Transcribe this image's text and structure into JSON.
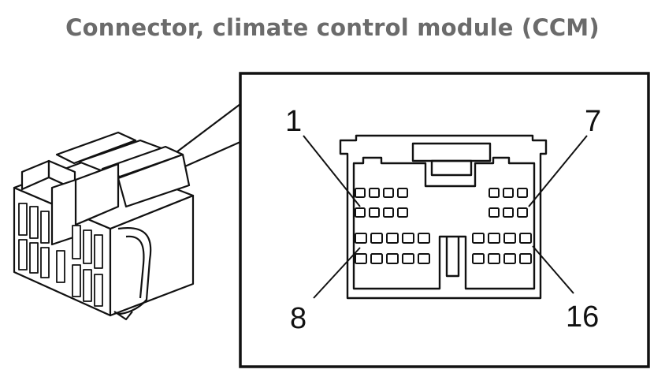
{
  "title": "Connector, climate control module (CCM)",
  "pin_labels": {
    "top_left": "1",
    "top_right": "7",
    "bottom_left": "8",
    "bottom_right": "16"
  },
  "colors": {
    "title": "#6b6b6b",
    "line": "#111111",
    "background": "#ffffff"
  }
}
